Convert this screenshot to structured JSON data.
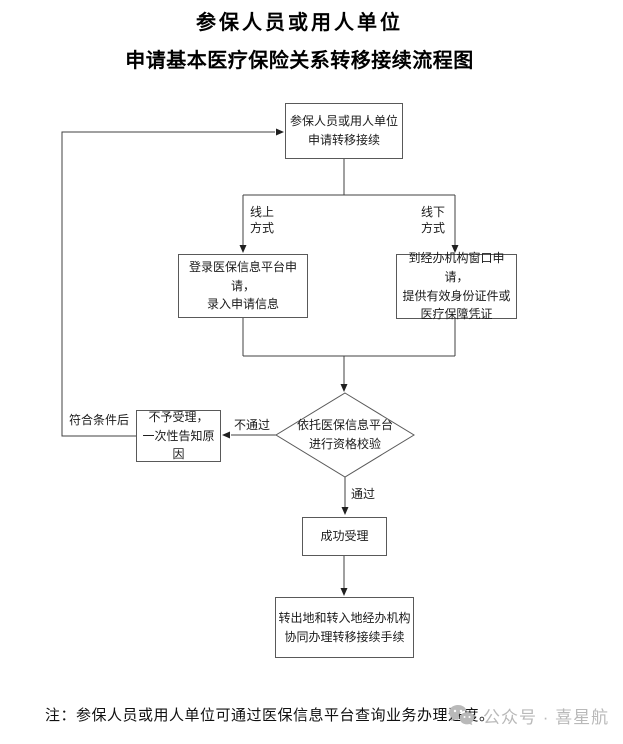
{
  "title": {
    "line1": "参保人员或用人单位",
    "line2": "申请基本医疗保险关系转移接续流程图"
  },
  "flowchart": {
    "nodes": {
      "apply": "参保人员或用人单位\n申请转移接续",
      "online_apply": "登录医保信息平台申请，\n录入申请信息",
      "offline_apply": "到经办机构窗口申请，\n提供有效身份证件或\n医疗保障凭证",
      "qualification_check": "依托医保信息平台\n进行资格校验",
      "reject": "不予受理，\n一次性告知原因",
      "accept": "成功受理",
      "transfer": "转出地和转入地经办机构\n协同办理转移接续手续"
    },
    "edge_labels": {
      "online": "线上\n方式",
      "offline": "线下\n方式",
      "fail": "不通过",
      "pass": "通过",
      "qualified": "符合条件后"
    }
  },
  "footnote": {
    "text": "注：参保人员或用人单位可通过医保信息平台查询业务办理进度。"
  },
  "watermark": {
    "icon": "wechat-icon",
    "text": "公众号 · 喜星航"
  },
  "colors": {
    "background": "#ffffff",
    "line": "#404040",
    "box_border": "#595959",
    "text": "#1a1a1a",
    "watermark": "#b9b9b9"
  }
}
